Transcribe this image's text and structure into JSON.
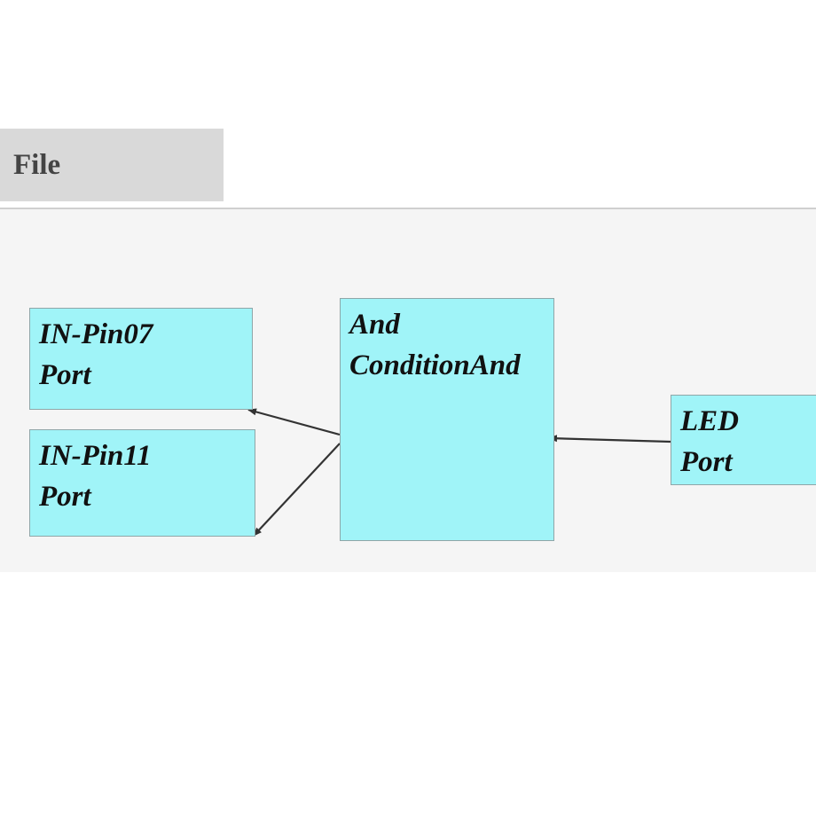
{
  "menubar": {
    "file_label": "File"
  },
  "diagram": {
    "nodes": [
      {
        "id": "in-pin07",
        "line1": "IN-Pin07",
        "line2": "Port"
      },
      {
        "id": "in-pin11",
        "line1": "IN-Pin11",
        "line2": "Port"
      },
      {
        "id": "and",
        "line1": "And",
        "line2": "ConditionAnd"
      },
      {
        "id": "led",
        "line1": "LED",
        "line2": "Port"
      }
    ],
    "edges": [
      {
        "from": "and",
        "to": "in-pin07"
      },
      {
        "from": "and",
        "to": "in-pin11"
      },
      {
        "from": "led",
        "to": "and"
      }
    ],
    "colors": {
      "node_fill": "#a0f4f8",
      "canvas_bg": "#f5f5f5",
      "menu_bg": "#d9d9d9",
      "edge": "#333333"
    }
  }
}
